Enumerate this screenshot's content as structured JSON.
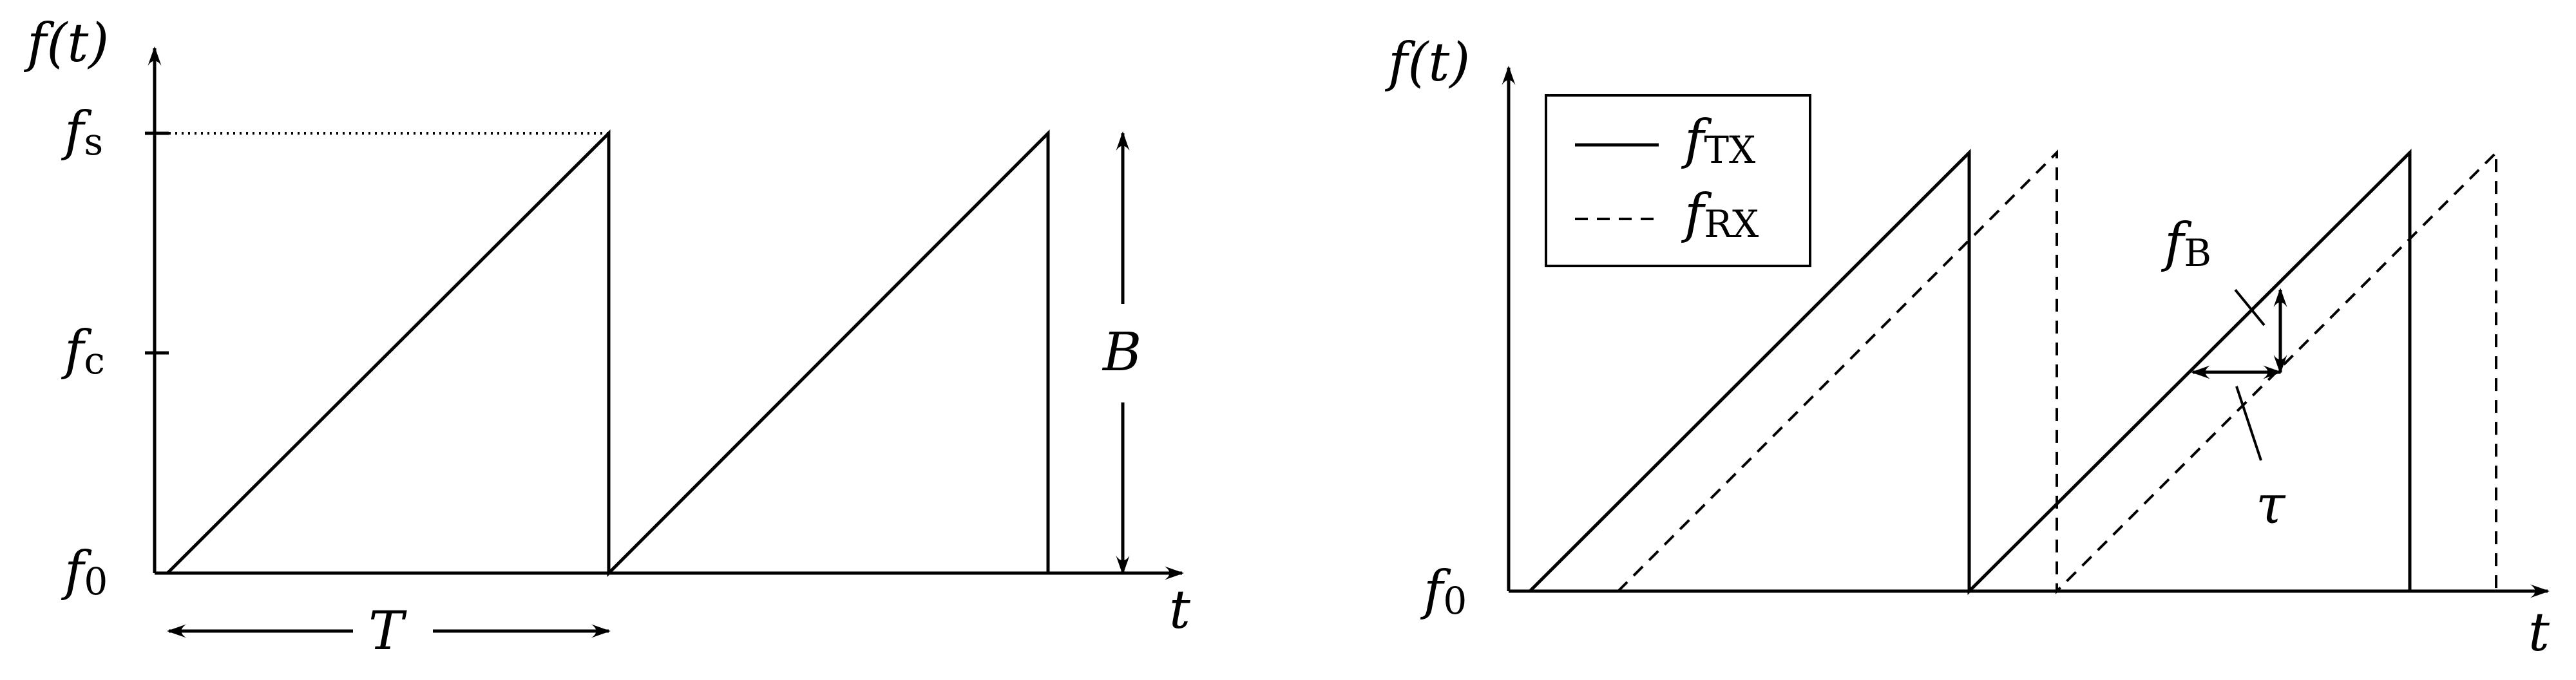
{
  "left_diagram": {
    "y_axis_label": "f(t)",
    "x_axis_label": "t",
    "tick_f0_main": "f",
    "tick_f0_sub": "0",
    "tick_fc_main": "f",
    "tick_fc_sub": "c",
    "tick_fs_main": "f",
    "tick_fs_sub": "s",
    "period_label": "T",
    "bandwidth_label": "B"
  },
  "right_diagram": {
    "y_axis_label": "f(t)",
    "x_axis_label": "t",
    "tick_f0_main": "f",
    "tick_f0_sub": "0",
    "legend": {
      "tx_main": "f",
      "tx_sub": "TX",
      "rx_main": "f",
      "rx_sub": "RX"
    },
    "beat_label_main": "f",
    "beat_label_sub": "B",
    "delay_label": "τ"
  }
}
